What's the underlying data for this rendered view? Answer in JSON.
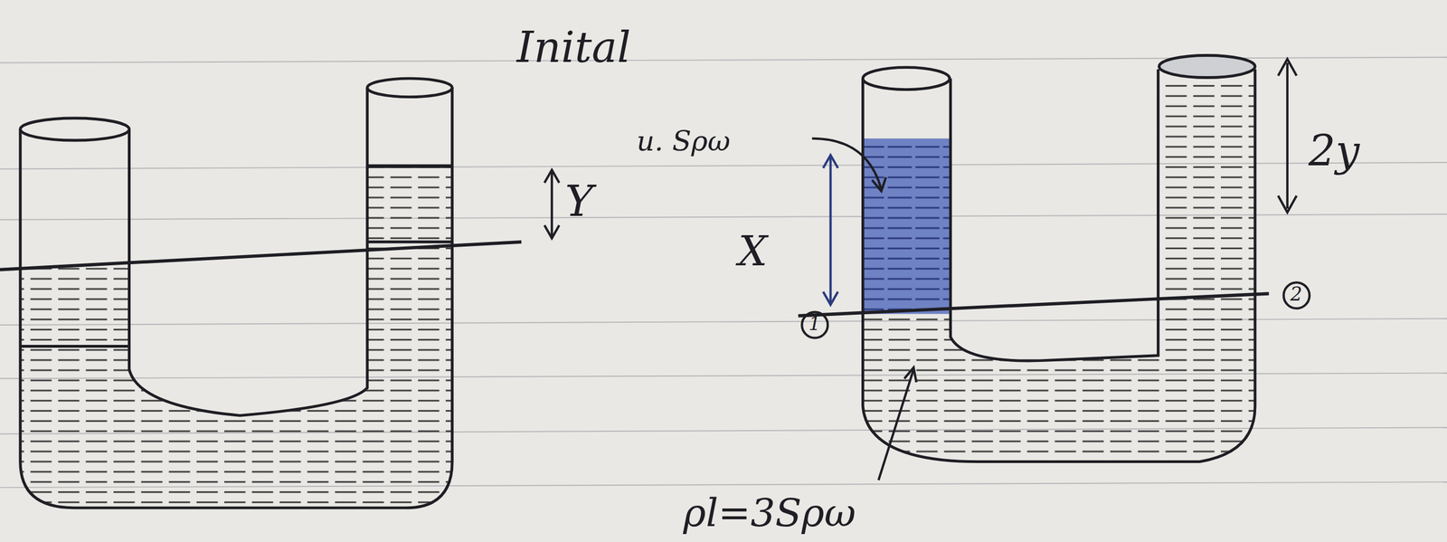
{
  "diagram": {
    "labels": [
      "Inital",
      "Y",
      "X",
      "u. Sρω",
      "2y",
      "1",
      "2",
      "ρl=3Sρω"
    ]
  }
}
